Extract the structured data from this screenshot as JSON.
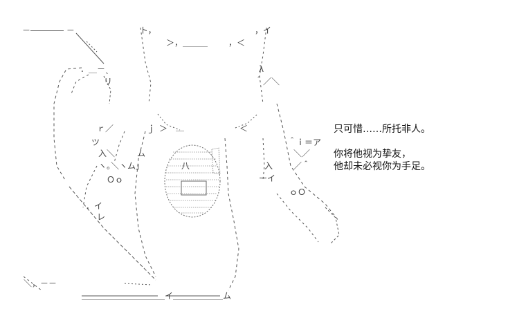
{
  "art": {
    "name": "cat-silhouette-ascii-art",
    "color": "#444444",
    "lines": [
      "－―――― －",
      "＼",
      "ｌ",
      "ト，",
      "＞，＿＿＿",
      "，＜",
      "，イ",
      "．＿－ˎ",
      "リ",
      "λ",
      "＾／＼",
      "ｒ／",
      "ｊ",
      "＞",
      "＿",
      "＜",
      "＾ｉ＝ア",
      "ツ",
      "入＼",
      "ム",
      "＼ヽム」",
      "＼／",
      "入",
      "／＾",
      "ヽ。",
      "Ｏｏ",
      "ーイ",
      "ｏＯ",
      "．イ",
      "レ",
      "＿＿＿＿＿＿＿＿＿＿イ＿＿＿＿＿＿ム",
      "＼，－－",
      "八",
      "入"
    ]
  },
  "dialogue": {
    "line1": "只可惜……所托非人。",
    "line2": "你将他视为挚友，",
    "line3": "他却未必视你为手足。"
  }
}
